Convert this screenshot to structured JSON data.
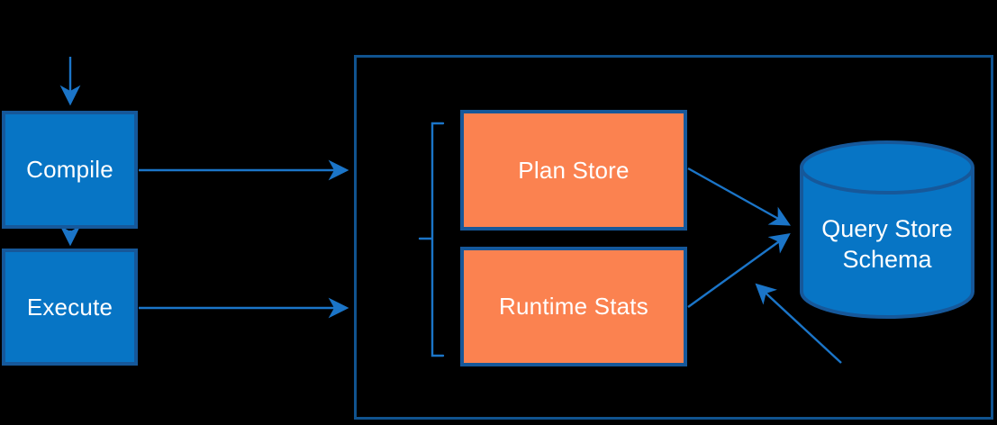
{
  "diagram": {
    "type": "flow-diagram",
    "background_color": "#000000",
    "colors": {
      "node_fill_blue": "#0775c5",
      "node_fill_orange": "#fb8250",
      "node_border_dark_blue": "#16589a",
      "container_border": "#10538f",
      "arrow_blue": "#1b75c8",
      "text": "#ffffff"
    },
    "nodes": {
      "compile": {
        "label": "Compile",
        "shape": "rect",
        "fill": "blue"
      },
      "execute": {
        "label": "Execute",
        "shape": "rect",
        "fill": "blue"
      },
      "plan_store": {
        "label": "Plan Store",
        "shape": "rect",
        "fill": "orange"
      },
      "runtime_stats": {
        "label": "Runtime Stats",
        "shape": "rect",
        "fill": "orange"
      },
      "query_store_schema": {
        "label": "Query Store Schema",
        "shape": "cylinder",
        "fill": "blue"
      },
      "query_store_container": {
        "label": "",
        "shape": "outlined-rect"
      }
    },
    "edges": [
      {
        "from": "offscreen-top",
        "to": "compile",
        "style": "arrow"
      },
      {
        "from": "compile",
        "to": "execute",
        "style": "arrow"
      },
      {
        "from": "compile",
        "to": "query_store_container",
        "style": "arrow"
      },
      {
        "from": "execute",
        "to": "query_store_container",
        "style": "arrow"
      },
      {
        "from": "plan_store",
        "to": "query_store_schema",
        "style": "arrow"
      },
      {
        "from": "runtime_stats",
        "to": "query_store_schema",
        "style": "arrow"
      },
      {
        "from": "offscreen-bottom-right",
        "to": "query_store_schema",
        "style": "arrow"
      },
      {
        "from": "bracket",
        "to": "plan_store+runtime_stats",
        "style": "grouping-bracket"
      }
    ]
  }
}
